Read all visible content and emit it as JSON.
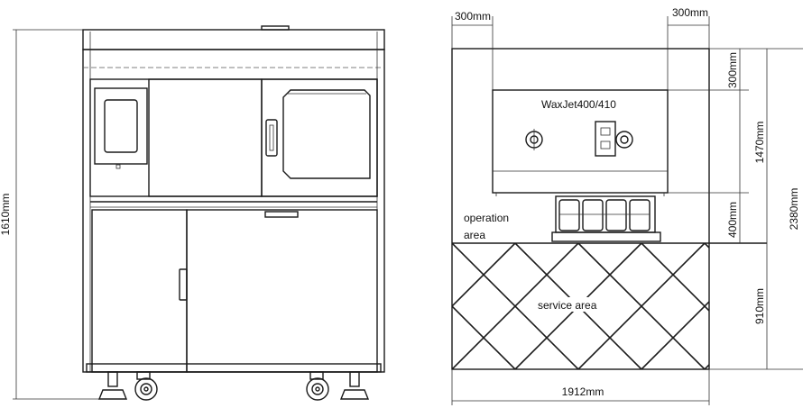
{
  "front_view": {
    "height_label": "1610mm"
  },
  "layout_view": {
    "left_clearance": "300mm",
    "right_clearance": "300mm",
    "top_clearance": "300mm",
    "machine_depth": "1470mm",
    "operation_depth": "400mm",
    "total_depth": "2380mm",
    "service_depth": "910mm",
    "total_width": "1912mm",
    "model_label": "WaxJet400/410",
    "operation_area_line1": "operation",
    "operation_area_line2": "area",
    "service_area_label": "service area"
  }
}
